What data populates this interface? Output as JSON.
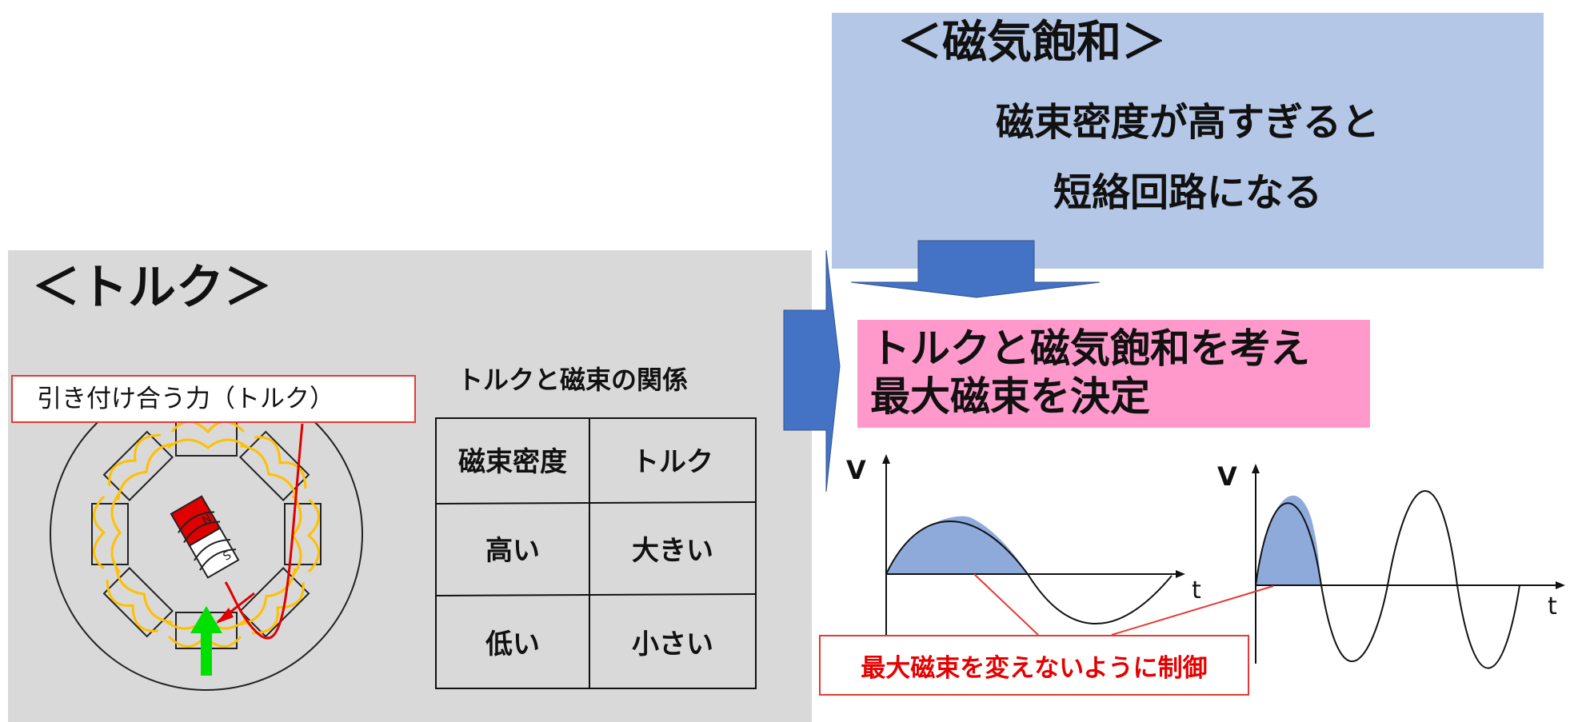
{
  "torque_panel": {
    "title": "＜トルク＞",
    "force_label": "引き付け合う力（トルク）",
    "motor_letters": {
      "n": "N",
      "s": "S"
    }
  },
  "relation_table": {
    "title": "トルクと磁束の関係",
    "headers": [
      "磁束密度",
      "トルク"
    ],
    "rows": [
      [
        "高い",
        "大きい"
      ],
      [
        "低い",
        "小さい"
      ]
    ]
  },
  "saturation_panel": {
    "title": "＜磁気飽和＞",
    "line1": "磁束密度が高すぎると",
    "line2": "短絡回路になる"
  },
  "conclusion": {
    "line1": "トルクと磁気飽和を考え",
    "line2": "最大磁束を決定"
  },
  "waveforms": {
    "axis_v": "V",
    "axis_t": "t",
    "control_label": "最大磁束を変えないように制御"
  },
  "colors": {
    "panel_gray": "#d9d9d9",
    "panel_blue": "#b4c7e7",
    "arrow_blue": "#4472c4",
    "highlight_pink": "#ff99cc",
    "wave_fill": "#8eaadb",
    "accent_red": "#e53935",
    "coil_orange": "#ffc000",
    "arrow_green": "#00e000"
  }
}
